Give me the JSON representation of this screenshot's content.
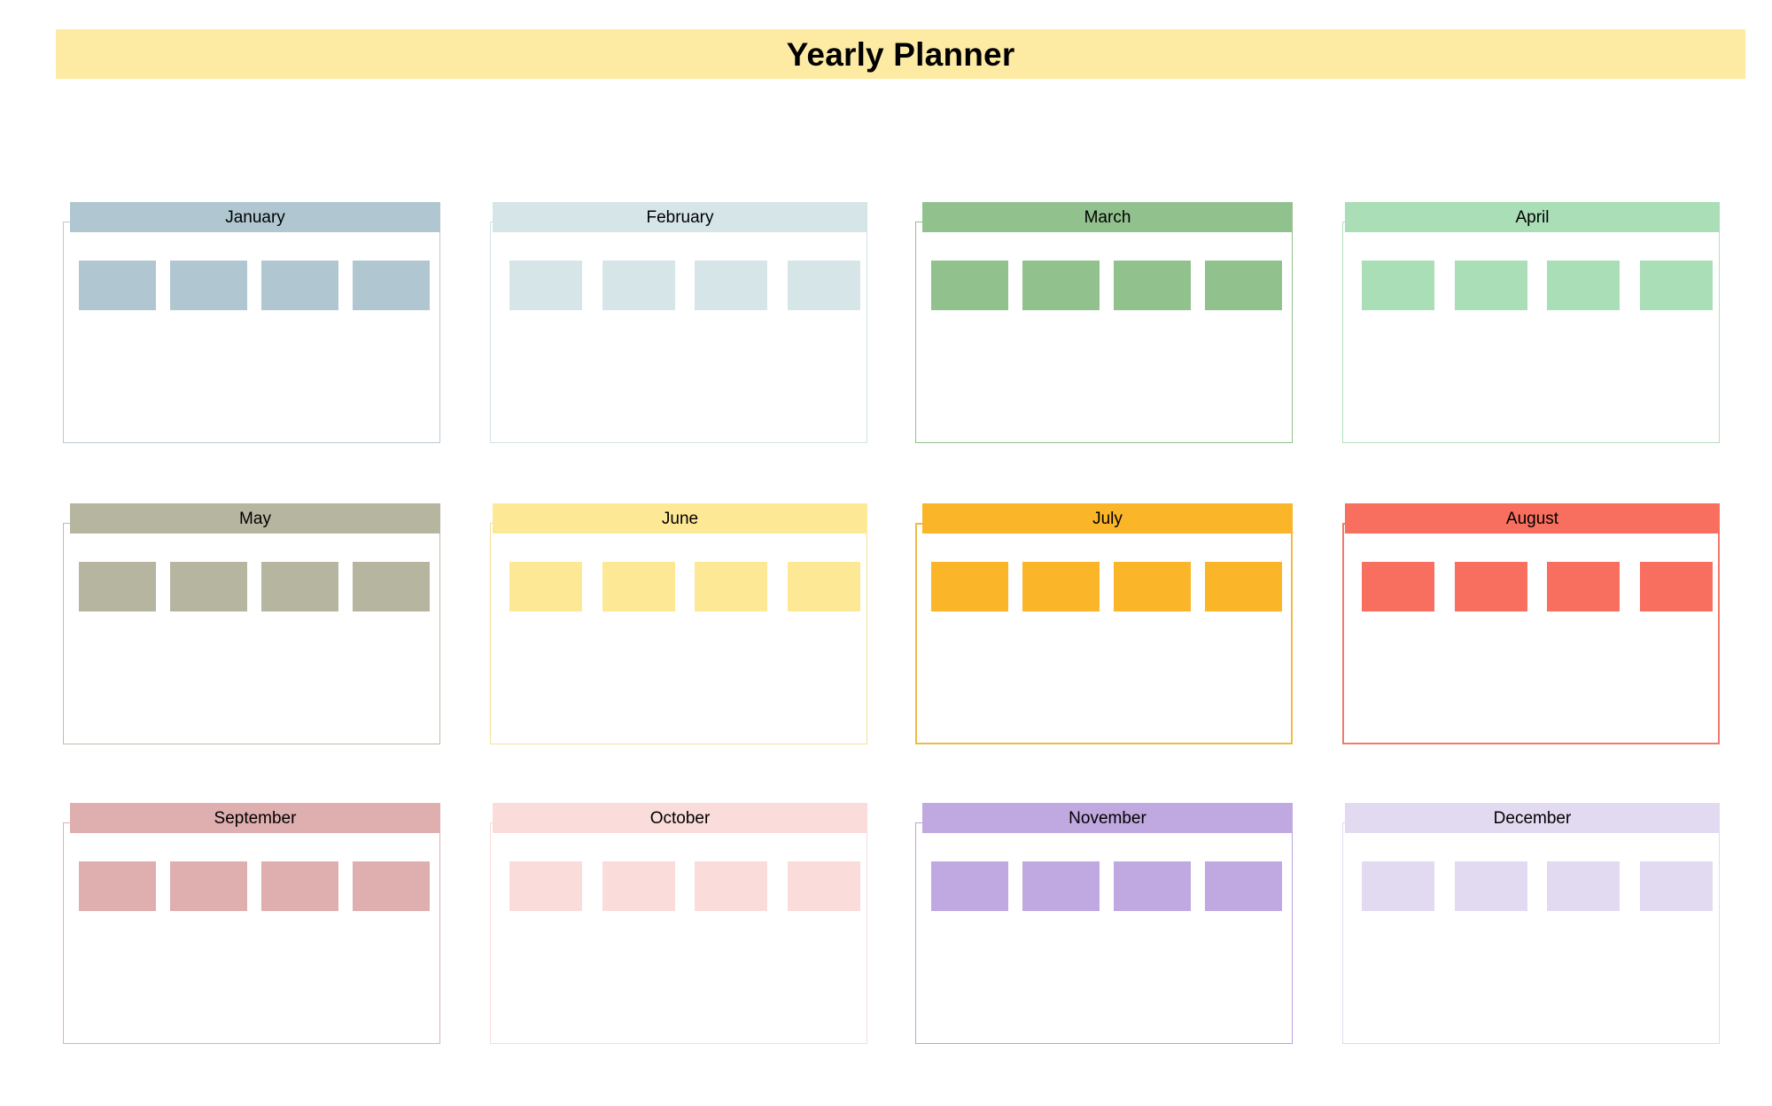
{
  "page": {
    "title": "Yearly Planner",
    "background": "#ffffff"
  },
  "banner": {
    "label": "Yearly Planner",
    "background_color": "#fdeba4",
    "text_color": "#000000"
  },
  "grid": {
    "columns": 4,
    "rows": 3,
    "blocks_per_month": 4
  },
  "months": [
    {
      "name": "January",
      "header_color": "#b0c7d1",
      "block_color": "#b0c7d1",
      "border_color": "#b8cad3",
      "blocks": [
        "",
        "",
        "",
        ""
      ]
    },
    {
      "name": "February",
      "header_color": "#d6e5e8",
      "block_color": "#d6e5e8",
      "border_color": "#d3e2e6",
      "blocks": [
        "",
        "",
        "",
        ""
      ]
    },
    {
      "name": "March",
      "header_color": "#91c28e",
      "block_color": "#91c28e",
      "border_color": "#8fc08c",
      "blocks": [
        "",
        "",
        "",
        ""
      ]
    },
    {
      "name": "April",
      "header_color": "#aadeb7",
      "block_color": "#aadeb7",
      "border_color": "#b2dfbc",
      "blocks": [
        "",
        "",
        "",
        ""
      ]
    },
    {
      "name": "May",
      "header_color": "#b6b5a0",
      "block_color": "#b6b5a0",
      "border_color": "#bdbca9",
      "blocks": [
        "",
        "",
        "",
        ""
      ]
    },
    {
      "name": "June",
      "header_color": "#fde896",
      "block_color": "#fde896",
      "border_color": "#f8df9a",
      "blocks": [
        "",
        "",
        "",
        ""
      ]
    },
    {
      "name": "July",
      "header_color": "#fbb528",
      "block_color": "#fbb528",
      "border_color": "#edbb48",
      "blocks": [
        "",
        "",
        "",
        ""
      ]
    },
    {
      "name": "August",
      "header_color": "#f86e5f",
      "block_color": "#f86e5f",
      "border_color": "#f2796b",
      "blocks": [
        "",
        "",
        "",
        ""
      ]
    },
    {
      "name": "September",
      "header_color": "#dfaeae",
      "block_color": "#dfaeae",
      "border_color": "#dfb0b0",
      "blocks": [
        "",
        "",
        "",
        ""
      ]
    },
    {
      "name": "October",
      "header_color": "#fadcdb",
      "block_color": "#fadcdb",
      "border_color": "#f7dddc",
      "blocks": [
        "",
        "",
        "",
        ""
      ]
    },
    {
      "name": "November",
      "header_color": "#c0a8e0",
      "block_color": "#c0a8e0",
      "border_color": "#b9a3dd",
      "blocks": [
        "",
        "",
        "",
        ""
      ]
    },
    {
      "name": "December",
      "header_color": "#e2daf1",
      "block_color": "#e2daf1",
      "border_color": "#e1d9f0",
      "blocks": [
        "",
        "",
        "",
        ""
      ]
    }
  ]
}
